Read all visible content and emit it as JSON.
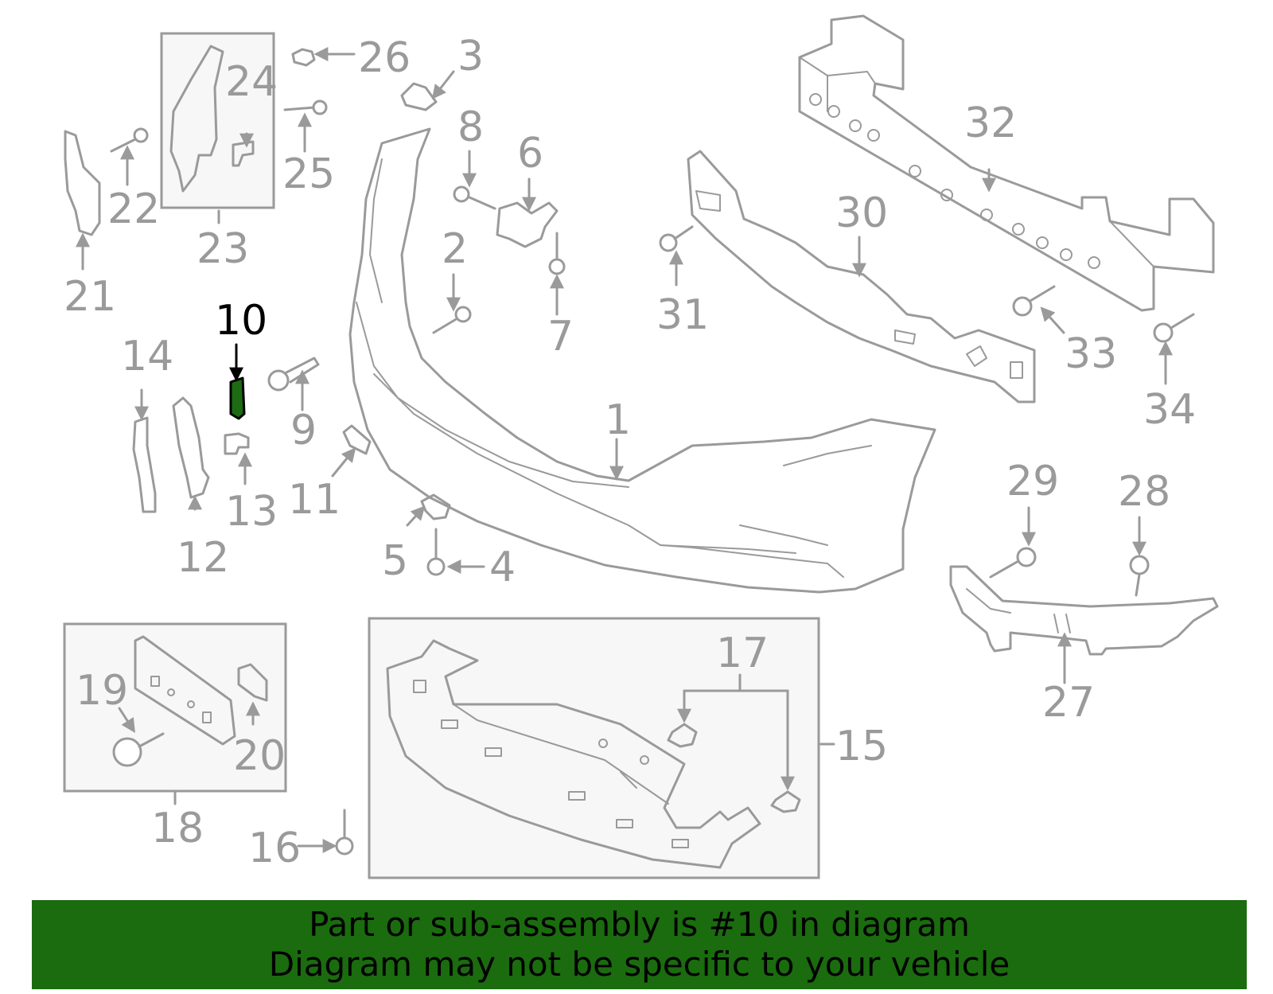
{
  "diagram": {
    "highlight_color": "#1b6b0f",
    "part_color": "#9a9a9a",
    "highlighted_label": "10",
    "labels": [
      "1",
      "2",
      "3",
      "4",
      "5",
      "6",
      "7",
      "8",
      "9",
      "10",
      "11",
      "12",
      "13",
      "14",
      "15",
      "16",
      "17",
      "18",
      "19",
      "20",
      "21",
      "22",
      "23",
      "24",
      "25",
      "26",
      "27",
      "28",
      "29",
      "30",
      "31",
      "32",
      "33",
      "34"
    ]
  },
  "banner": {
    "line1": "Part or sub-assembly is #10 in diagram",
    "line2": "Diagram may not be specific to your vehicle"
  }
}
